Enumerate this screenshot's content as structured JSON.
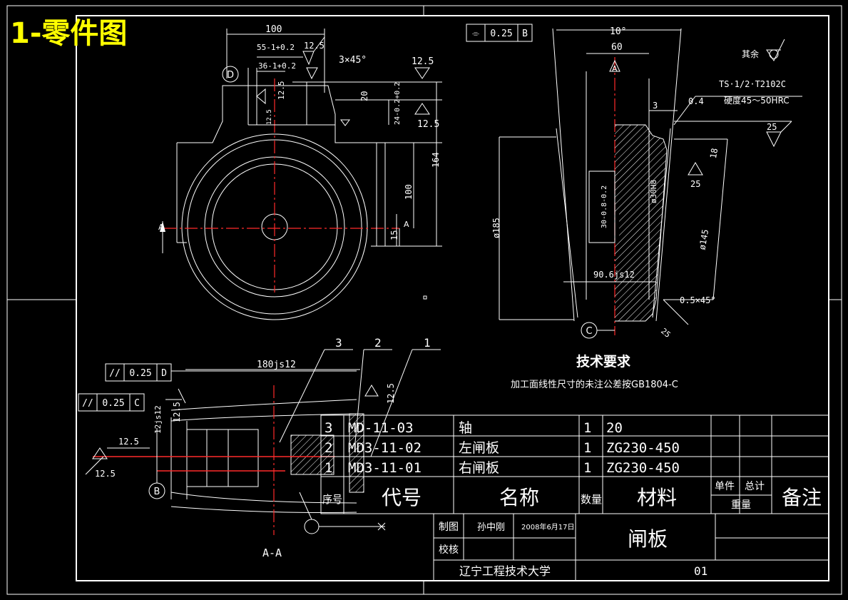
{
  "header": {
    "title": "1-零件图"
  },
  "views": {
    "top_left": {
      "dims": [
        "100",
        "55-1+0.2",
        "36-1+0.2",
        "12.5",
        "3×45°",
        "12.5",
        "20",
        "24-0.2+0.2",
        "12.5",
        "12.5",
        "164",
        "100",
        "15",
        "12.5"
      ],
      "labels": {
        "datum_d": "D",
        "section_a_left": "A",
        "section_a_right": "A"
      }
    },
    "top_right": {
      "tolerance_frame": {
        "symbol": "⌯",
        "value": "0.25",
        "datum": "B"
      },
      "dims": [
        "10°",
        "60",
        "3",
        "0.4",
        "25",
        "18",
        "25",
        "ø30H8",
        "ø185",
        "30-0.8-0.2",
        "ø145",
        "90.6js12",
        "0.5×45°",
        "25"
      ],
      "labels": {
        "datum_c": "C",
        "section_a": "A",
        "other": "其余"
      },
      "surface_note": [
        "TS·1/2·T2102C",
        "硬度45～50HRC"
      ]
    },
    "bottom_left": {
      "tolerance_frames": [
        {
          "symbol": "//",
          "value": "0.25",
          "datum": "D"
        },
        {
          "symbol": "//",
          "value": "0.25",
          "datum": "C"
        }
      ],
      "dims": [
        "180js12",
        "12.5",
        "12.5",
        "12js12",
        "12.5",
        "12.5"
      ],
      "balloons": [
        "3",
        "2",
        "1"
      ],
      "labels": {
        "datum_b": "B",
        "section": "A-A"
      }
    }
  },
  "tech_requirements": {
    "title": "技术要求",
    "note": "加工面线性尺寸的未注公差按GB1804-C"
  },
  "bom": {
    "rows": [
      {
        "no": "3",
        "code": "MD-11-03",
        "name": "轴",
        "qty": "1",
        "material": "20"
      },
      {
        "no": "2",
        "code": "MD3-11-02",
        "name": "左闸板",
        "qty": "1",
        "material": "ZG230-450"
      },
      {
        "no": "1",
        "code": "MD3-11-01",
        "name": "右闸板",
        "qty": "1",
        "material": "ZG230-450"
      }
    ],
    "headers": {
      "no": "序号",
      "code": "代号",
      "name": "名称",
      "qty": "数量",
      "material": "材料",
      "single": "单件",
      "total": "总计",
      "weight": "重量",
      "remark": "备注"
    }
  },
  "title_block": {
    "drawn_label": "制图",
    "drawn_by": "孙中刚",
    "date": "2008年6月17日",
    "check_label": "校核",
    "part_name": "闸板",
    "school": "辽宁工程技术大学",
    "drawing_no": "01"
  },
  "colors": {
    "background": "#000000",
    "lines": "#ffffff",
    "centerline": "#ff2a2a",
    "title": "#ffff00"
  }
}
